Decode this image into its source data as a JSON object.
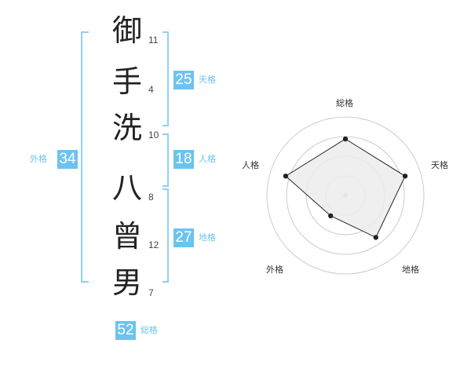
{
  "name": {
    "characters": [
      {
        "char": "御",
        "strokes": "11"
      },
      {
        "char": "手",
        "strokes": "4"
      },
      {
        "char": "洗",
        "strokes": "10"
      },
      {
        "char": "八",
        "strokes": "8"
      },
      {
        "char": "曾",
        "strokes": "12"
      },
      {
        "char": "男",
        "strokes": "7"
      }
    ]
  },
  "fortunes": {
    "tenkaku": {
      "label": "天格",
      "value": "25"
    },
    "jinkaku": {
      "label": "人格",
      "value": "18"
    },
    "chikaku": {
      "label": "地格",
      "value": "27"
    },
    "gaikaku": {
      "label": "外格",
      "value": "34"
    },
    "soukaku": {
      "label": "総格",
      "value": "52"
    }
  },
  "chart_data": {
    "type": "radar",
    "axes": [
      "総格",
      "天格",
      "地格",
      "外格",
      "人格"
    ],
    "values": [
      0.72,
      0.8,
      0.66,
      0.32,
      0.8
    ],
    "max": 1,
    "rings": 4,
    "colors": {
      "fill": "#ececec",
      "stroke": "#222222",
      "grid": "#cccccc"
    }
  },
  "colors": {
    "accent": "#6cc3f0",
    "bracket": "#8fd0f2"
  }
}
